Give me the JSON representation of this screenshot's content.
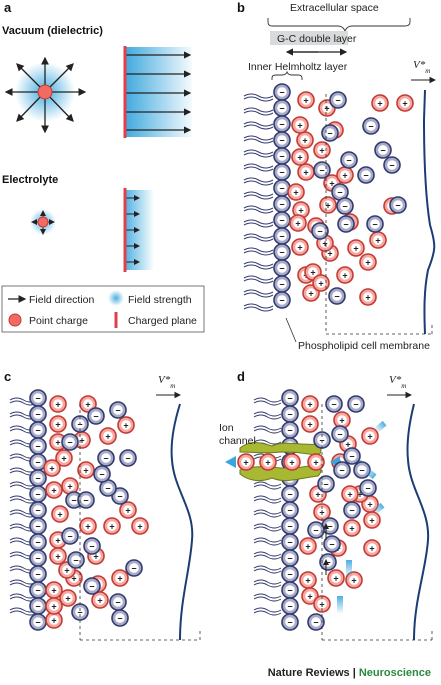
{
  "panels": {
    "a": "a",
    "b": "b",
    "c": "c",
    "d": "d"
  },
  "panel_a": {
    "vacuum_title": "Vacuum (dielectric)",
    "electrolyte_title": "Electrolyte"
  },
  "legend": {
    "field_direction": "Field direction",
    "field_strength": "Field strength",
    "point_charge": "Point charge",
    "charged_plane": "Charged plane"
  },
  "panel_b": {
    "extracellular": "Extracellular space",
    "gc_layer": "G-C double layer",
    "inner_helmholtz": "Inner Helmholtz layer",
    "membrane": "Phospholipid cell membrane",
    "potential": "V*",
    "potential_sub": "m"
  },
  "panel_c": {
    "potential": "V*",
    "potential_sub": "m"
  },
  "panel_d": {
    "ion_channel_1": "Ion",
    "ion_channel_2": "channel",
    "potential": "V*",
    "potential_sub": "m"
  },
  "signs": {
    "minus": "−",
    "plus": "+"
  },
  "colors": {
    "anion_fill": "#a9acc9",
    "anion_stroke": "#333a6e",
    "cation_fill": "#f6a9a3",
    "cation_stroke": "#c23b34",
    "plane": "#e0404a",
    "field": "#3aa6dd",
    "channel": "#a8b832",
    "curve": "#1c3d73"
  },
  "footer": {
    "journal": "Nature Reviews",
    "sep": " | ",
    "section": "Neuroscience"
  }
}
